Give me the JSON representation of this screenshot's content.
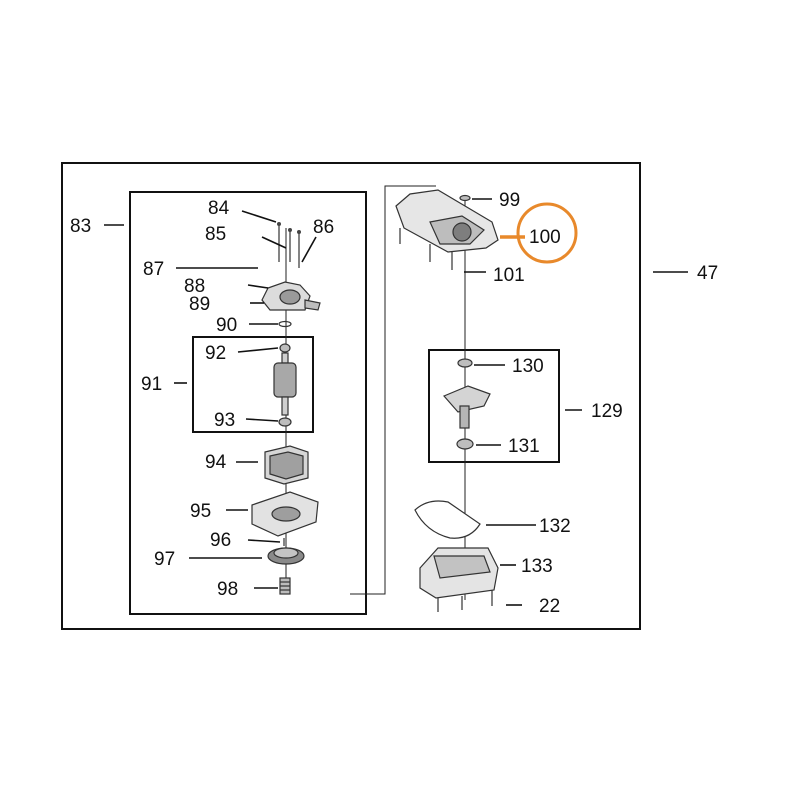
{
  "diagram": {
    "highlight_color": "#e8892b",
    "line_color": "#111111",
    "highlighted_part": "100",
    "labels": {
      "l47": "47",
      "l83": "83",
      "l84": "84",
      "l85": "85",
      "l86": "86",
      "l87": "87",
      "l88": "88",
      "l89": "89",
      "l90": "90",
      "l91": "91",
      "l92": "92",
      "l93": "93",
      "l94": "94",
      "l95": "95",
      "l96": "96",
      "l97": "97",
      "l98": "98",
      "l99": "99",
      "l100": "100",
      "l101": "101",
      "l129": "129",
      "l130": "130",
      "l131": "131",
      "l132": "132",
      "l133": "133",
      "l22": "22"
    }
  }
}
